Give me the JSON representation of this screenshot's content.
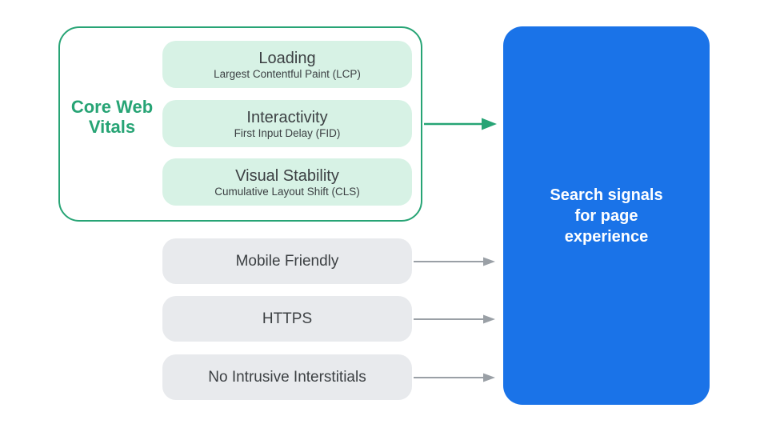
{
  "colors": {
    "green": "#27A475",
    "green-light": "#D7F2E5",
    "blue": "#1A73E8",
    "gray-pill": "#E8EAED",
    "text-dark": "#3C4043",
    "arrow-gray": "#9AA0A6",
    "text-on-blue": "#FFFFFF"
  },
  "core_web_vitals": {
    "label": "Core Web Vitals",
    "metrics": [
      {
        "title": "Loading",
        "subtitle": "Largest Contentful Paint (LCP)"
      },
      {
        "title": "Interactivity",
        "subtitle": "First Input Delay (FID)"
      },
      {
        "title": "Visual Stability",
        "subtitle": "Cumulative Layout Shift (CLS)"
      }
    ]
  },
  "other_signals": [
    {
      "label": "Mobile Friendly"
    },
    {
      "label": "HTTPS"
    },
    {
      "label": "No Intrusive Interstitials"
    }
  ],
  "result": {
    "label": "Search signals for page experience"
  }
}
